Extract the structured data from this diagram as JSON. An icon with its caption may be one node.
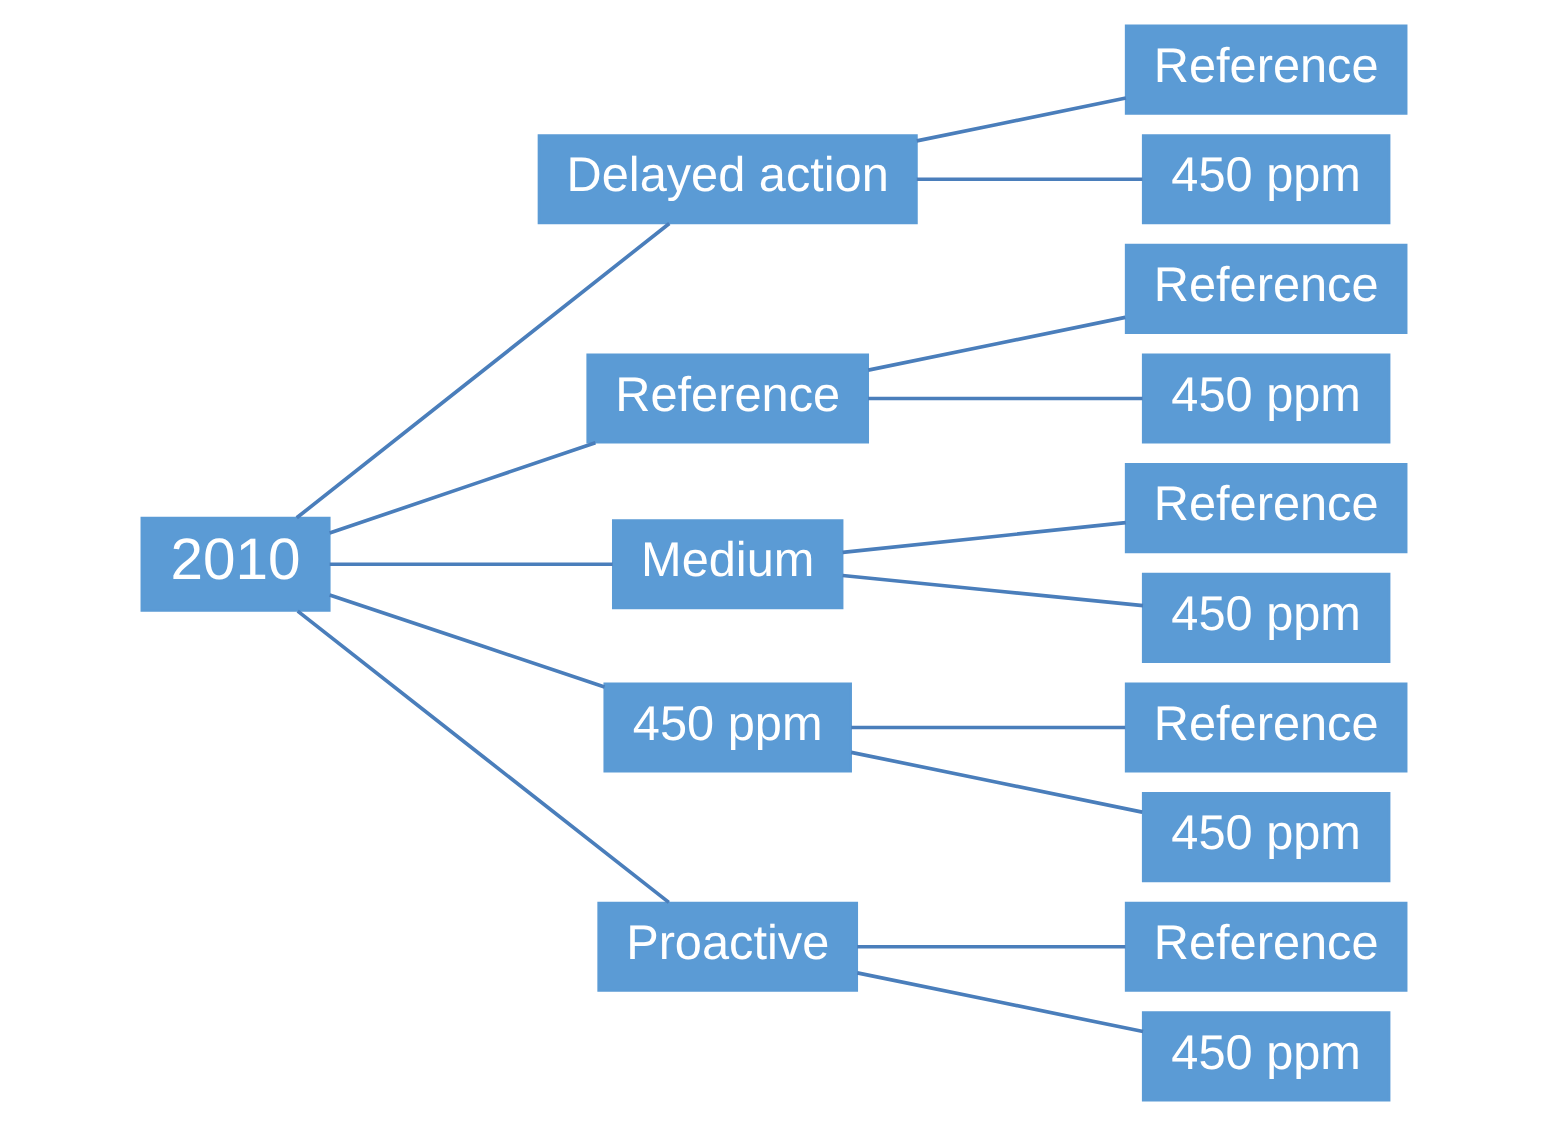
{
  "diagram": {
    "nodes": [
      {
        "text": [
          "2010"
        ]
      },
      {
        "text": [
          "Delayed action"
        ]
      },
      {
        "text": [
          "Reference"
        ]
      },
      {
        "text": [
          "450 ppm"
        ]
      },
      {
        "text": [
          "Reference"
        ]
      },
      {
        "text": [
          "Reference"
        ]
      },
      {
        "text": [
          "450 ppm"
        ]
      },
      {
        "text": [
          "Medium"
        ]
      },
      {
        "text": [
          "Reference"
        ]
      },
      {
        "text": [
          "450 ppm"
        ]
      },
      {
        "text": [
          "450 ppm"
        ]
      },
      {
        "text": [
          "Reference"
        ]
      },
      {
        "text": [
          "450 ppm"
        ]
      },
      {
        "text": [
          "Proactive"
        ]
      },
      {
        "text": [
          "Reference"
        ]
      },
      {
        "text": [
          "450 ppm"
        ]
      }
    ],
    "edges": [
      {
        "from": 0,
        "to": 1,
        "arrow": "none"
      },
      {
        "from": 0,
        "to": 4,
        "arrow": "none"
      },
      {
        "from": 0,
        "to": 7,
        "arrow": "none"
      },
      {
        "from": 0,
        "to": 10,
        "arrow": "none"
      },
      {
        "from": 0,
        "to": 13,
        "arrow": "none"
      },
      {
        "from": 1,
        "to": 2,
        "arrow": "none"
      },
      {
        "from": 1,
        "to": 3,
        "arrow": "none"
      },
      {
        "from": 4,
        "to": 5,
        "arrow": "none"
      },
      {
        "from": 4,
        "to": 6,
        "arrow": "none"
      },
      {
        "from": 7,
        "to": 8,
        "arrow": "none"
      },
      {
        "from": 7,
        "to": 9,
        "arrow": "none"
      },
      {
        "from": 10,
        "to": 11,
        "arrow": "none"
      },
      {
        "from": 10,
        "to": 12,
        "arrow": "none"
      },
      {
        "from": 13,
        "to": 14,
        "arrow": "none"
      },
      {
        "from": 13,
        "to": 15,
        "arrow": "none"
      }
    ]
  }
}
